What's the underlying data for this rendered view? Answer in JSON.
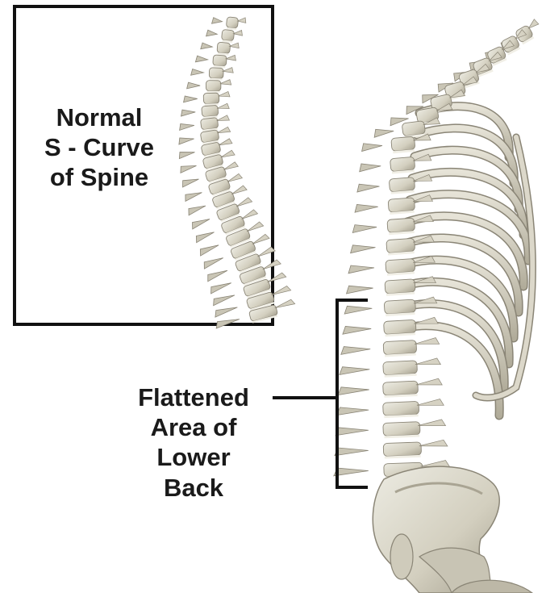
{
  "inset": {
    "label_lines": [
      "Normal",
      "S - Curve",
      "of Spine"
    ]
  },
  "callout": {
    "label_lines": [
      "Flattened",
      "Area of",
      "Lower",
      "Back"
    ]
  },
  "colors": {
    "bone": "#d9d5c6",
    "bone_shadow": "#a9a493",
    "bone_dark": "#8a8576",
    "line": "#111111"
  }
}
